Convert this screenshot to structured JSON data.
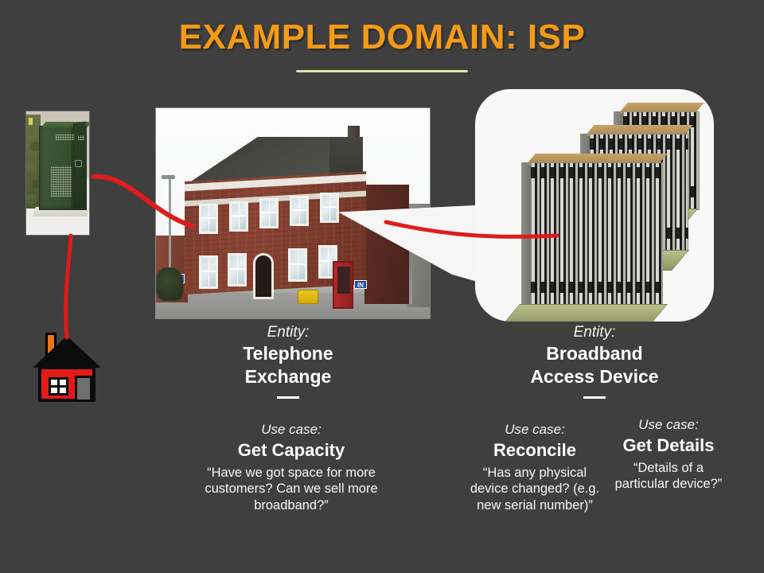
{
  "slide": {
    "title": "EXAMPLE DOMAIN: ISP",
    "background_color": "#403f3f",
    "title_color": "#f59a16",
    "rule_color": "#dfe6a8",
    "accent_line_color": "#e01b1b"
  },
  "images": {
    "cabinet": {
      "name": "street-cabinet-photo",
      "description": "Green roadside telecom street cabinet on pavement beside a hedge"
    },
    "house": {
      "name": "house-icon",
      "description": "Red house with black roof, orange chimney, white window and grey door",
      "colors": {
        "body": "#e21b18",
        "roof": "#0c0c0c",
        "chimney": "#e8751a",
        "door": "#6f6f6f",
        "window": "#ffffff"
      }
    },
    "building": {
      "name": "telephone-exchange-photo",
      "description": "Two storey red brick telephone exchange building on a street corner with a red phone box and yellow grit bin",
      "sign_text": "IN"
    },
    "rack": {
      "name": "broadband-access-device-photo",
      "description": "Three telecom equipment shelves with vertical line cards, shown in a rounded white callout panel"
    }
  },
  "entities": [
    {
      "kicker": "Entity:",
      "name_line1": "Telephone",
      "name_line2": "Exchange"
    },
    {
      "kicker": "Entity:",
      "name_line1": "Broadband",
      "name_line2": "Access Device"
    }
  ],
  "use_cases": [
    {
      "kicker": "Use case:",
      "name": "Get Capacity",
      "quote": "“Have we got space for more customers? Can we sell more broadband?”"
    },
    {
      "kicker": "Use case:",
      "name": "Reconcile",
      "quote": "“Has any physical device changed? (e.g. new serial number)”"
    },
    {
      "kicker": "Use case:",
      "name": "Get Details",
      "quote": "“Details of a particular device?”"
    }
  ]
}
